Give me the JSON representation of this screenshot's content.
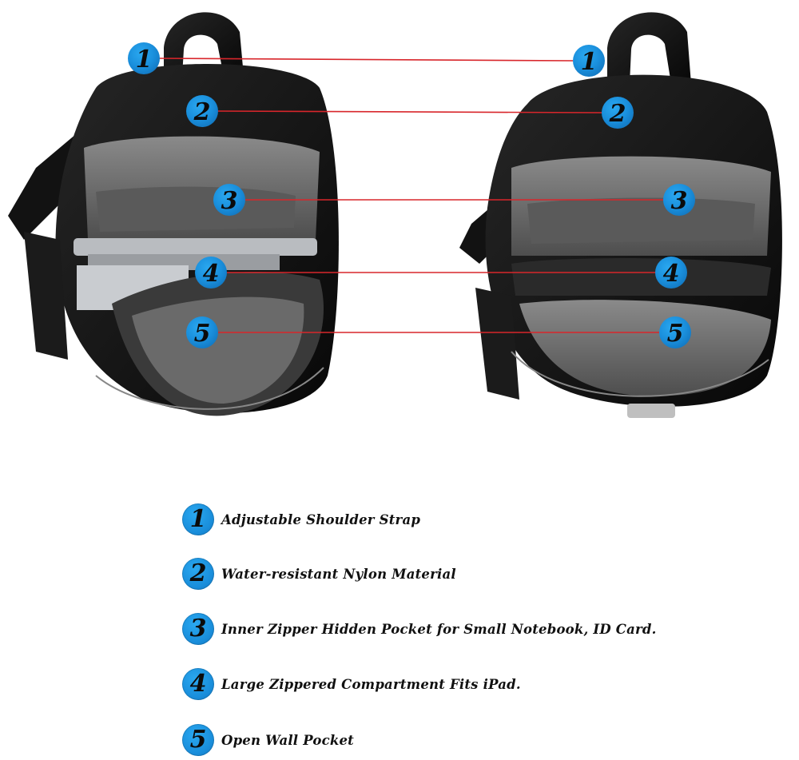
{
  "colors": {
    "badge": "#1a8fdc",
    "callout_line": "#d8262b",
    "bag": "#141414",
    "lining": "#6b6b6b"
  },
  "callouts": [
    "1",
    "2",
    "3",
    "4",
    "5"
  ],
  "legend": [
    {
      "num": "1",
      "text": "Adjustable Shoulder Strap"
    },
    {
      "num": "2",
      "text": "Water-resistant Nylon Material"
    },
    {
      "num": "3",
      "text": "Inner Zipper Hidden Pocket for Small Notebook, ID Card."
    },
    {
      "num": "4",
      "text": "Large Zippered Compartment Fits iPad."
    },
    {
      "num": "5",
      "text": "Open Wall Pocket"
    }
  ]
}
